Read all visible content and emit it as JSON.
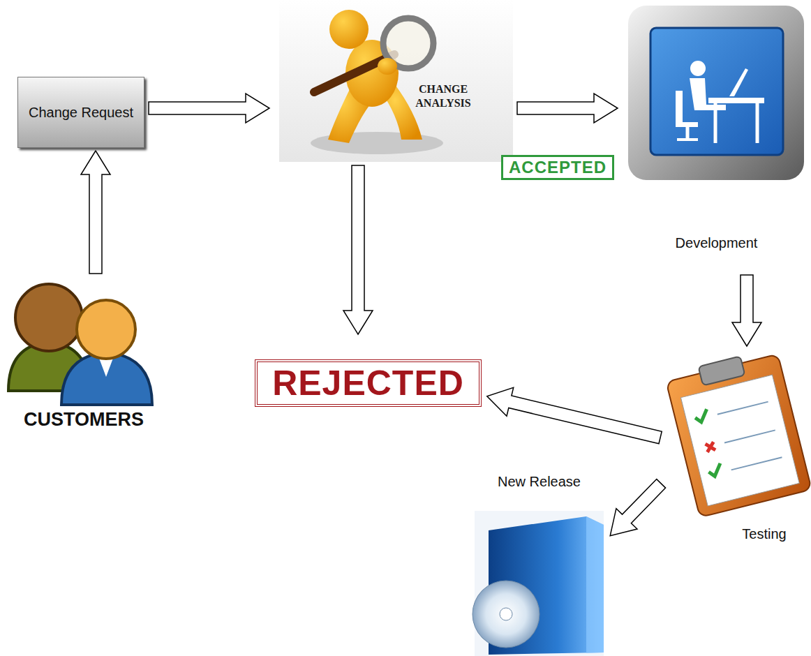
{
  "diagram": {
    "nodes": [
      {
        "text": [
          "CUSTOMERS"
        ]
      },
      {
        "text": [
          "Change Request"
        ]
      },
      {
        "text": [
          "CHANGE ANALYSIS"
        ]
      },
      {
        "text": [
          "REJECTED"
        ]
      },
      {
        "text": [
          "Development"
        ]
      },
      {
        "text": [
          "Testing"
        ]
      },
      {
        "text": [
          "New Release"
        ]
      }
    ],
    "edges": [
      {
        "from": 0,
        "to": 1,
        "arrow": "to"
      },
      {
        "from": 1,
        "to": 2,
        "arrow": "to"
      },
      {
        "from": 2,
        "to": 4,
        "label": "ACCEPTED",
        "arrow": "to"
      },
      {
        "from": 2,
        "to": 3,
        "arrow": "to"
      },
      {
        "from": 4,
        "to": 5,
        "arrow": "to"
      },
      {
        "from": 5,
        "to": 3,
        "arrow": "to"
      },
      {
        "from": 5,
        "to": 6,
        "arrow": "to"
      }
    ]
  }
}
